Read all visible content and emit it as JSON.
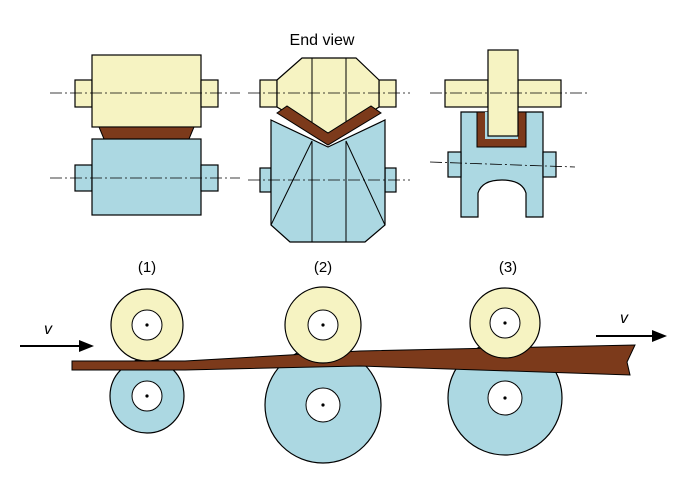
{
  "title": "End view",
  "stations": [
    {
      "label": "(1)"
    },
    {
      "label": "(2)"
    },
    {
      "label": "(3)"
    }
  ],
  "velocity": {
    "in_label": "v",
    "out_label": "v"
  },
  "colors": {
    "upper_roll": "#f6f3c2",
    "lower_roll": "#acd8e2",
    "workpiece": "#7c3a1b",
    "outline": "#000000"
  }
}
